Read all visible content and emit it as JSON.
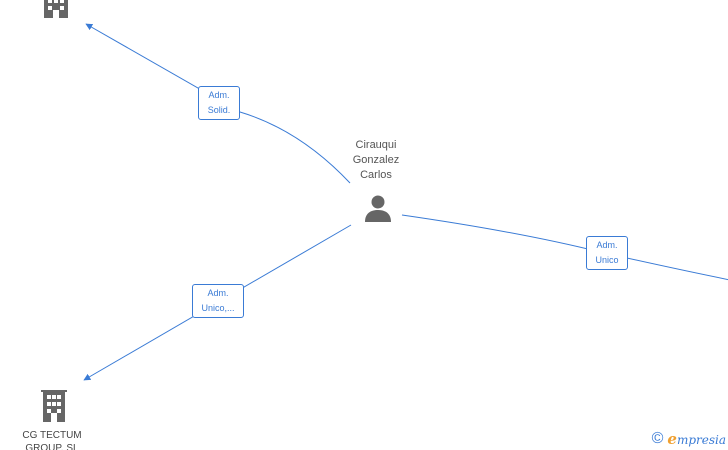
{
  "colors": {
    "edge": "#3a7bd5",
    "icon": "#666666",
    "label_text": "#555555",
    "brand_accent": "#f0a030"
  },
  "person": {
    "name_lines": [
      "Cirauqui",
      "Gonzalez",
      "Carlos"
    ],
    "icon": "person-icon"
  },
  "companies": [
    {
      "id": "company-top-left",
      "name_lines": [],
      "icon": "building-icon"
    },
    {
      "id": "company-bottom-left",
      "name_lines": [
        "CG TECTUM",
        "GROUP, SL"
      ],
      "icon": "building-icon"
    },
    {
      "id": "company-right",
      "name_lines": [],
      "icon": "none-visible"
    }
  ],
  "relations": [
    {
      "to": "company-top-left",
      "label_lines": [
        "Adm.",
        "Solid."
      ]
    },
    {
      "to": "company-bottom-left",
      "label_lines": [
        "Adm.",
        "Unico,..."
      ]
    },
    {
      "to": "company-right",
      "label_lines": [
        "Adm.",
        "Unico"
      ]
    }
  ],
  "watermark": {
    "copyright_symbol": "©",
    "brand_initial": "e",
    "brand_rest": "mpresia"
  }
}
